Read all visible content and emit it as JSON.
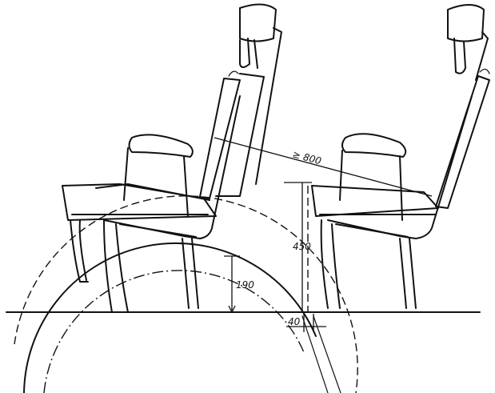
{
  "dimensions": {
    "seat_pitch": "≥ 800",
    "seat_height": "450",
    "wheel_clearance": "190",
    "offset": "40"
  }
}
